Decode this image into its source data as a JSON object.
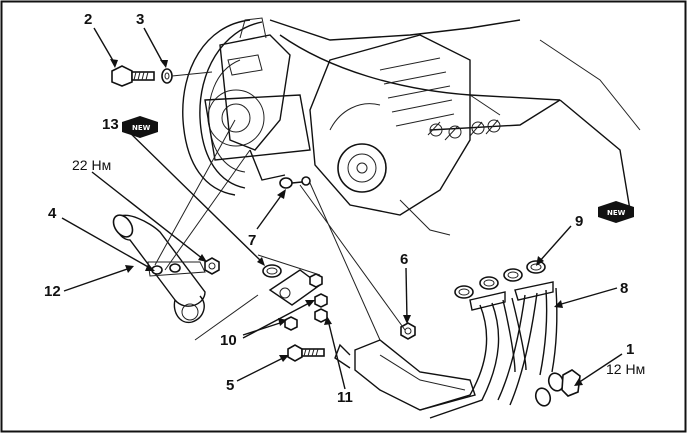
{
  "diagram": {
    "callouts": [
      {
        "id": "c1",
        "text": "1"
      },
      {
        "id": "c2",
        "text": "2"
      },
      {
        "id": "c3",
        "text": "3"
      },
      {
        "id": "c4",
        "text": "4"
      },
      {
        "id": "c5",
        "text": "5"
      },
      {
        "id": "c6",
        "text": "6"
      },
      {
        "id": "c7",
        "text": "7"
      },
      {
        "id": "c8",
        "text": "8"
      },
      {
        "id": "c9",
        "text": "9"
      },
      {
        "id": "c10",
        "text": "10"
      },
      {
        "id": "c11",
        "text": "11"
      },
      {
        "id": "c12",
        "text": "12"
      },
      {
        "id": "c13",
        "text": "13"
      }
    ],
    "torque_labels": {
      "bolt_4": "22 Нм",
      "bolt_1": "12 Нм"
    },
    "badges": {
      "new_13": "NEW",
      "new_9": "NEW"
    }
  }
}
